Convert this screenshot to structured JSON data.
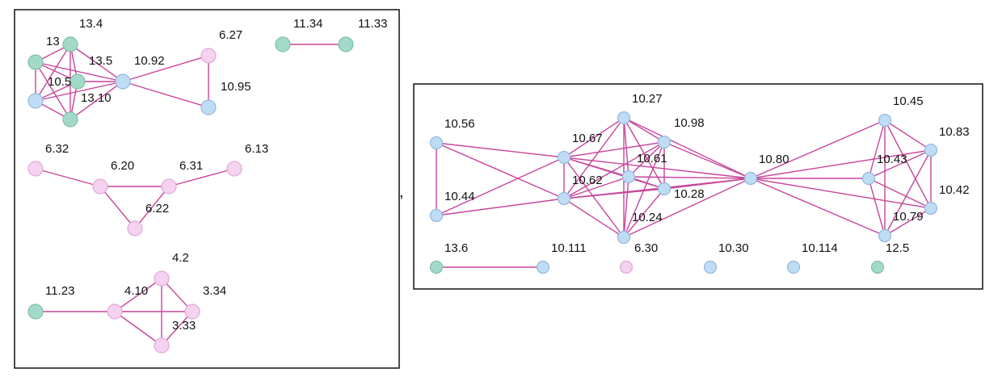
{
  "colors": {
    "edge": "#c8449a",
    "green": "#a3d9c8",
    "blue": "#bfdcf5",
    "pink": "#f5d2f0",
    "green_stroke": "#7fbfaa",
    "blue_stroke": "#93b8dc",
    "pink_stroke": "#dcaad6"
  },
  "separator": ",",
  "graphs": [
    {
      "name": "left-graph",
      "nodes": [
        {
          "id": "13.4",
          "label": "13.4",
          "color": "green"
        },
        {
          "id": "13",
          "label": "13",
          "color": "green"
        },
        {
          "id": "13.5",
          "label": "13.5",
          "color": "green"
        },
        {
          "id": "10.5",
          "label": "10.5",
          "color": "blue"
        },
        {
          "id": "13.10",
          "label": "13.10",
          "color": "green"
        },
        {
          "id": "10.92",
          "label": "10.92",
          "color": "blue"
        },
        {
          "id": "6.27",
          "label": "6.27",
          "color": "pink"
        },
        {
          "id": "10.95",
          "label": "10.95",
          "color": "blue"
        },
        {
          "id": "11.34",
          "label": "11.34",
          "color": "green"
        },
        {
          "id": "11.33",
          "label": "11.33",
          "color": "green"
        },
        {
          "id": "6.32",
          "label": "6.32",
          "color": "pink"
        },
        {
          "id": "6.20",
          "label": "6.20",
          "color": "pink"
        },
        {
          "id": "6.31",
          "label": "6.31",
          "color": "pink"
        },
        {
          "id": "6.13",
          "label": "6.13",
          "color": "pink"
        },
        {
          "id": "6.22",
          "label": "6.22",
          "color": "pink"
        },
        {
          "id": "4.2",
          "label": "4.2",
          "color": "pink"
        },
        {
          "id": "11.23",
          "label": "11.23",
          "color": "green"
        },
        {
          "id": "4.10",
          "label": "4.10",
          "color": "pink"
        },
        {
          "id": "3.34",
          "label": "3.34",
          "color": "pink"
        },
        {
          "id": "3.33",
          "label": "3.33",
          "color": "pink"
        }
      ],
      "edges": [
        [
          "13.4",
          "13"
        ],
        [
          "13.4",
          "13.5"
        ],
        [
          "13.4",
          "10.5"
        ],
        [
          "13.4",
          "13.10"
        ],
        [
          "13.4",
          "10.92"
        ],
        [
          "13",
          "13.5"
        ],
        [
          "13",
          "10.5"
        ],
        [
          "13",
          "13.10"
        ],
        [
          "13",
          "10.92"
        ],
        [
          "13.5",
          "10.5"
        ],
        [
          "13.5",
          "13.10"
        ],
        [
          "13.5",
          "10.92"
        ],
        [
          "10.5",
          "13.10"
        ],
        [
          "10.5",
          "10.92"
        ],
        [
          "13.10",
          "10.92"
        ],
        [
          "10.92",
          "6.27"
        ],
        [
          "10.92",
          "10.95"
        ],
        [
          "6.27",
          "10.95"
        ],
        [
          "11.34",
          "11.33"
        ],
        [
          "6.32",
          "6.20"
        ],
        [
          "6.20",
          "6.31"
        ],
        [
          "6.31",
          "6.13"
        ],
        [
          "6.20",
          "6.22"
        ],
        [
          "6.31",
          "6.22"
        ],
        [
          "11.23",
          "4.10"
        ],
        [
          "4.10",
          "4.2"
        ],
        [
          "4.10",
          "3.34"
        ],
        [
          "4.10",
          "3.33"
        ],
        [
          "4.2",
          "3.34"
        ],
        [
          "4.2",
          "3.33"
        ],
        [
          "3.34",
          "3.33"
        ]
      ]
    },
    {
      "name": "right-graph",
      "nodes": [
        {
          "id": "10.56",
          "label": "10.56",
          "color": "blue"
        },
        {
          "id": "10.44",
          "label": "10.44",
          "color": "blue"
        },
        {
          "id": "10.67",
          "label": "10.67",
          "color": "blue"
        },
        {
          "id": "10.62",
          "label": "10.62",
          "color": "blue"
        },
        {
          "id": "10.27",
          "label": "10.27",
          "color": "blue"
        },
        {
          "id": "10.61",
          "label": "10.61",
          "color": "blue"
        },
        {
          "id": "10.98",
          "label": "10.98",
          "color": "blue"
        },
        {
          "id": "10.28",
          "label": "10.28",
          "color": "blue"
        },
        {
          "id": "10.24",
          "label": "10.24",
          "color": "blue"
        },
        {
          "id": "10.80",
          "label": "10.80",
          "color": "blue"
        },
        {
          "id": "10.45",
          "label": "10.45",
          "color": "blue"
        },
        {
          "id": "10.83",
          "label": "10.83",
          "color": "blue"
        },
        {
          "id": "10.43",
          "label": "10.43",
          "color": "blue"
        },
        {
          "id": "10.42",
          "label": "10.42",
          "color": "blue"
        },
        {
          "id": "10.79",
          "label": "10.79",
          "color": "blue"
        },
        {
          "id": "13.6",
          "label": "13.6",
          "color": "green"
        },
        {
          "id": "10.111",
          "label": "10.111",
          "color": "blue"
        },
        {
          "id": "6.30",
          "label": "6.30",
          "color": "pink"
        },
        {
          "id": "10.30",
          "label": "10.30",
          "color": "blue"
        },
        {
          "id": "10.114",
          "label": "10.114",
          "color": "blue"
        },
        {
          "id": "12.5",
          "label": "12.5",
          "color": "green"
        }
      ],
      "edges": [
        [
          "10.56",
          "10.44"
        ],
        [
          "10.56",
          "10.67"
        ],
        [
          "10.56",
          "10.62"
        ],
        [
          "10.44",
          "10.67"
        ],
        [
          "10.44",
          "10.62"
        ],
        [
          "10.67",
          "10.62"
        ],
        [
          "10.67",
          "10.27"
        ],
        [
          "10.67",
          "10.61"
        ],
        [
          "10.67",
          "10.98"
        ],
        [
          "10.67",
          "10.28"
        ],
        [
          "10.67",
          "10.24"
        ],
        [
          "10.67",
          "10.80"
        ],
        [
          "10.62",
          "10.27"
        ],
        [
          "10.62",
          "10.61"
        ],
        [
          "10.62",
          "10.98"
        ],
        [
          "10.62",
          "10.28"
        ],
        [
          "10.62",
          "10.24"
        ],
        [
          "10.62",
          "10.80"
        ],
        [
          "10.27",
          "10.61"
        ],
        [
          "10.27",
          "10.98"
        ],
        [
          "10.27",
          "10.28"
        ],
        [
          "10.27",
          "10.24"
        ],
        [
          "10.27",
          "10.80"
        ],
        [
          "10.61",
          "10.98"
        ],
        [
          "10.61",
          "10.28"
        ],
        [
          "10.61",
          "10.24"
        ],
        [
          "10.61",
          "10.80"
        ],
        [
          "10.98",
          "10.28"
        ],
        [
          "10.98",
          "10.24"
        ],
        [
          "10.98",
          "10.80"
        ],
        [
          "10.28",
          "10.24"
        ],
        [
          "10.28",
          "10.80"
        ],
        [
          "10.24",
          "10.80"
        ],
        [
          "10.80",
          "10.45"
        ],
        [
          "10.80",
          "10.83"
        ],
        [
          "10.80",
          "10.43"
        ],
        [
          "10.80",
          "10.42"
        ],
        [
          "10.80",
          "10.79"
        ],
        [
          "10.45",
          "10.83"
        ],
        [
          "10.45",
          "10.43"
        ],
        [
          "10.45",
          "10.42"
        ],
        [
          "10.45",
          "10.79"
        ],
        [
          "10.83",
          "10.43"
        ],
        [
          "10.83",
          "10.42"
        ],
        [
          "10.83",
          "10.79"
        ],
        [
          "10.43",
          "10.42"
        ],
        [
          "10.43",
          "10.79"
        ],
        [
          "10.42",
          "10.79"
        ],
        [
          "13.6",
          "10.111"
        ]
      ]
    }
  ]
}
